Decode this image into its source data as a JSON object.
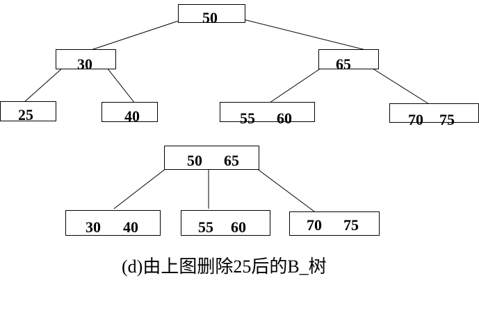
{
  "tree_before": {
    "root": {
      "keys": [
        "50"
      ]
    },
    "left": {
      "keys": [
        "30"
      ]
    },
    "right": {
      "keys": [
        "65"
      ]
    },
    "leaf_1": {
      "keys": [
        "25"
      ]
    },
    "leaf_2": {
      "keys": [
        "40"
      ]
    },
    "leaf_3": {
      "keys": [
        "55",
        "60"
      ]
    },
    "leaf_4": {
      "keys": [
        "70",
        "75"
      ]
    }
  },
  "tree_after": {
    "root": {
      "keys": [
        "50",
        "65"
      ]
    },
    "leaf_1": {
      "keys": [
        "30",
        "40"
      ]
    },
    "leaf_2": {
      "keys": [
        "55",
        "60"
      ]
    },
    "leaf_3": {
      "keys": [
        "70",
        "75"
      ]
    }
  },
  "caption": "(d)由上图删除25后的B_树"
}
